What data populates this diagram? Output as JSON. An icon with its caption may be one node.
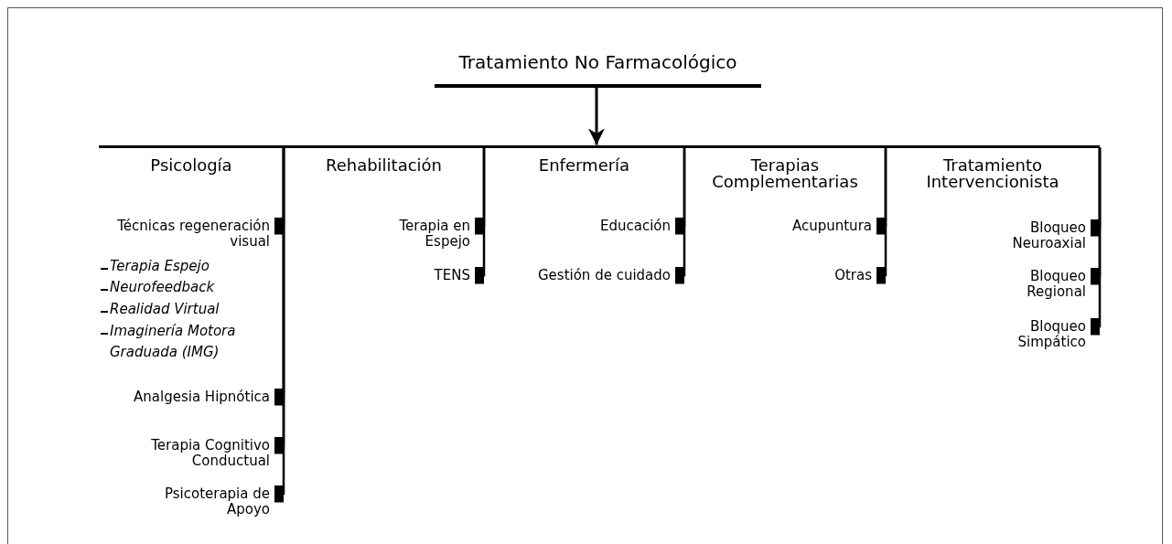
{
  "diagram": {
    "nodes": [
      {
        "text": [
          "Tratamiento No Farmacológico"
        ]
      },
      {
        "text": [],
        "shape": "bar"
      },
      {
        "text": [
          "Psicología"
        ]
      },
      {
        "text": [
          "Rehabilitación"
        ]
      },
      {
        "text": [
          "Enfermería"
        ]
      },
      {
        "text": [
          "Terapias Complementarias"
        ]
      },
      {
        "text": [
          "Tratamiento Intervencionista"
        ]
      },
      {
        "text": [
          "Técnicas regeneración visual"
        ]
      },
      {
        "text": [
          "Analgesia Hipnótica"
        ]
      },
      {
        "text": [
          "Terapia Cognitivo Conductual"
        ]
      },
      {
        "text": [
          "Psicoterapia de Apoyo"
        ]
      },
      {
        "text": [
          "Terapia en Espejo"
        ]
      },
      {
        "text": [
          "TENS"
        ]
      },
      {
        "text": [
          "Educación"
        ]
      },
      {
        "text": [
          "Gestión de cuidado"
        ]
      },
      {
        "text": [
          "Acupuntura"
        ]
      },
      {
        "text": [
          "Otras"
        ]
      },
      {
        "text": [
          "Bloqueo Neuroaxial"
        ]
      },
      {
        "text": [
          "Bloqueo Regional"
        ]
      },
      {
        "text": [
          "Bloqueo Simpático"
        ]
      }
    ],
    "edges": [
      {
        "from": 0,
        "to": 1,
        "arrow": "to"
      },
      {
        "from": 1,
        "to": 7,
        "arrow": "other"
      },
      {
        "from": 1,
        "to": 8,
        "arrow": "other"
      },
      {
        "from": 1,
        "to": 9,
        "arrow": "other"
      },
      {
        "from": 1,
        "to": 10,
        "arrow": "other"
      },
      {
        "from": 1,
        "to": 11,
        "arrow": "other"
      },
      {
        "from": 1,
        "to": 12,
        "arrow": "other"
      },
      {
        "from": 1,
        "to": 13,
        "arrow": "other"
      },
      {
        "from": 1,
        "to": 14,
        "arrow": "other"
      },
      {
        "from": 1,
        "to": 15,
        "arrow": "other"
      },
      {
        "from": 1,
        "to": 16,
        "arrow": "other"
      },
      {
        "from": 1,
        "to": 17,
        "arrow": "other"
      },
      {
        "from": 1,
        "to": 18,
        "arrow": "other"
      },
      {
        "from": 1,
        "to": 19,
        "arrow": "other"
      }
    ],
    "labels": [
      "Terapia Espejo",
      "Neurofeedback",
      "Realidad Virtual",
      "Imaginería Motora Graduada (IMG)"
    ]
  }
}
